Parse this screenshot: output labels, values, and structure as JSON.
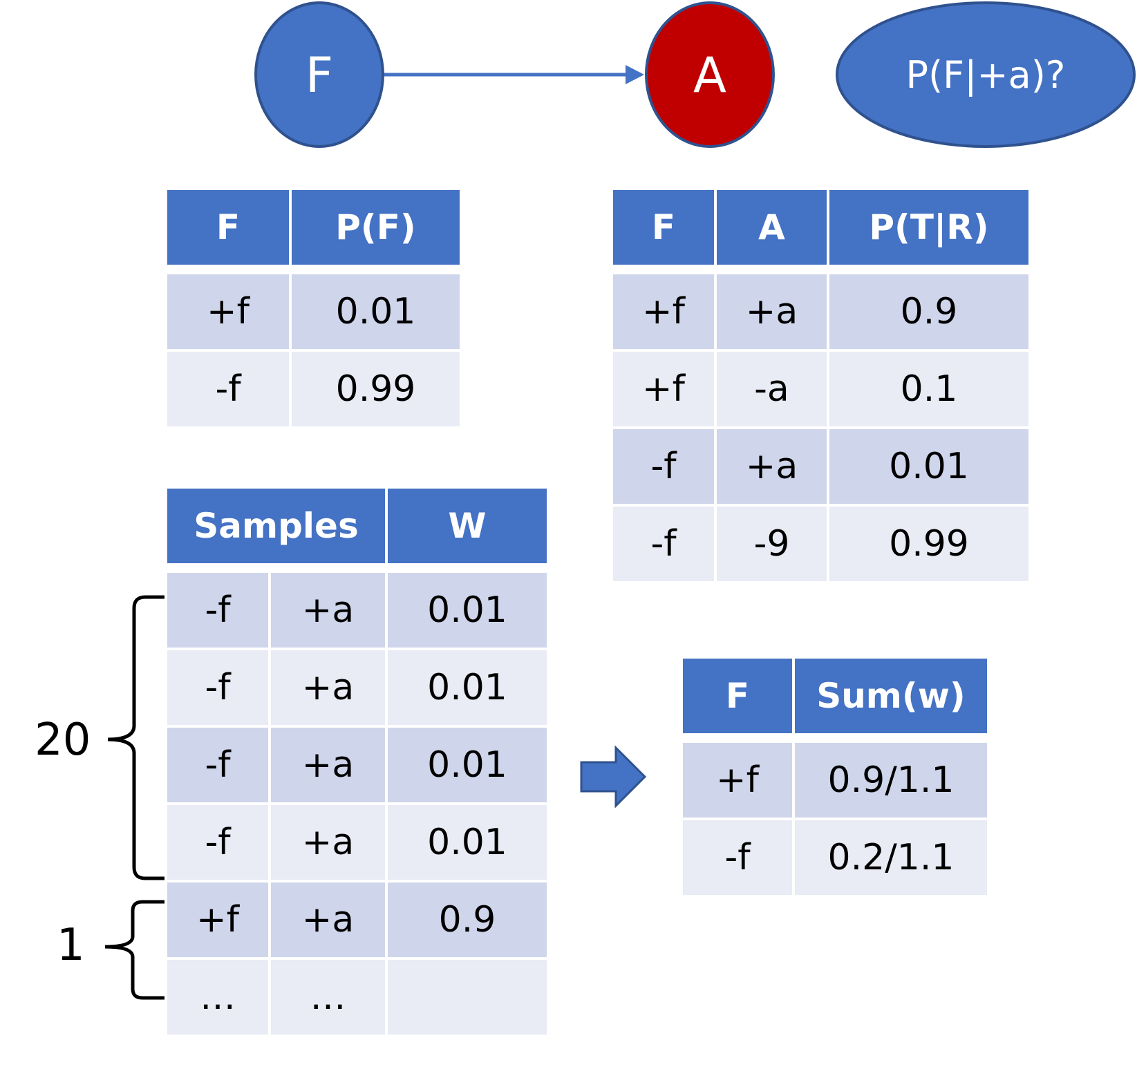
{
  "nodes": {
    "f": {
      "label": "F",
      "color": "#4472c4"
    },
    "a": {
      "label": "A",
      "color": "#c00000"
    },
    "query": {
      "label": "P(F|+a)?",
      "color": "#4472c4"
    }
  },
  "prior_table": {
    "headers": [
      "F",
      "P(F)"
    ],
    "rows": [
      [
        "+f",
        "0.01"
      ],
      [
        "-f",
        "0.99"
      ]
    ]
  },
  "cond_table": {
    "headers": [
      "F",
      "A",
      "P(T|R)"
    ],
    "rows": [
      [
        "+f",
        "+a",
        "0.9"
      ],
      [
        "+f",
        "-a",
        "0.1"
      ],
      [
        "-f",
        "+a",
        "0.01"
      ],
      [
        "-f",
        "-9",
        "0.99"
      ]
    ]
  },
  "samples_table": {
    "headers": [
      "Samples",
      "W"
    ],
    "rows": [
      [
        "-f",
        "+a",
        "0.01"
      ],
      [
        "-f",
        "+a",
        "0.01"
      ],
      [
        "-f",
        "+a",
        "0.01"
      ],
      [
        "-f",
        "+a",
        "0.01"
      ],
      [
        "+f",
        "+a",
        "0.9"
      ],
      [
        "…",
        "…",
        ""
      ]
    ]
  },
  "sum_table": {
    "headers": [
      "F",
      "Sum(w)"
    ],
    "rows": [
      [
        "+f",
        "0.9/1.1"
      ],
      [
        "-f",
        "0.2/1.1"
      ]
    ]
  },
  "braces": {
    "group1": "20",
    "group2": "1"
  },
  "colors": {
    "header": "#4472c4",
    "row_dark": "#cfd5ea",
    "row_light": "#e9ebf5",
    "evidence": "#c00000"
  }
}
